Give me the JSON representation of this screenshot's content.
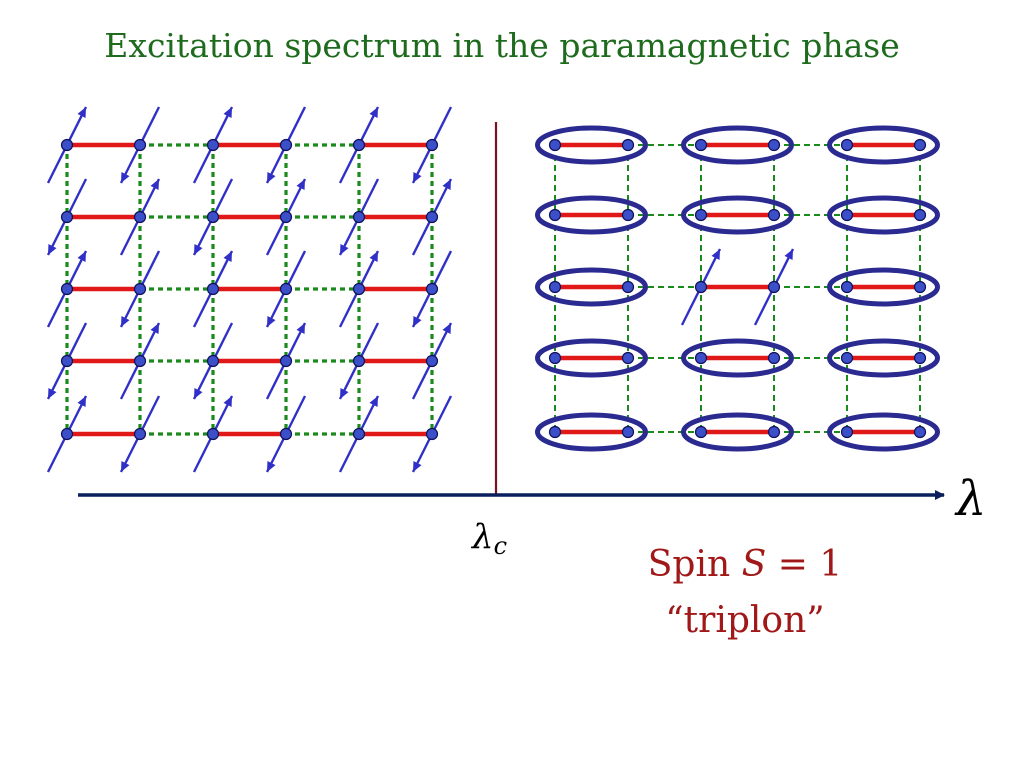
{
  "title": "Excitation spectrum in the paramagnetic phase",
  "axis": {
    "label": "λ",
    "critical_label_base": "λ",
    "critical_label_sub": "c"
  },
  "caption": {
    "spin_prefix": "Spin ",
    "spin_symbol": "S",
    "spin_suffix": " = 1",
    "name": "“triplon”"
  },
  "colors": {
    "title": "#1e6b1e",
    "strong_bond": "#e01818",
    "weak_bond": "#1a8a1a",
    "site": "#3a4fc8",
    "spin_arrow": "#3030c8",
    "dimer_ellipse": "#2a2a90",
    "axis": "#0a1f5c",
    "critical_line": "#7a1020",
    "caption": "#a01818"
  },
  "lattices": {
    "left": {
      "phase": "ordered",
      "columns": 6,
      "rows": 5,
      "spin_directions": [
        [
          "up",
          "down",
          "up",
          "down",
          "up",
          "down"
        ],
        [
          "down",
          "up",
          "down",
          "up",
          "down",
          "up"
        ],
        [
          "up",
          "down",
          "up",
          "down",
          "up",
          "down"
        ],
        [
          "down",
          "up",
          "down",
          "up",
          "down",
          "up"
        ],
        [
          "up",
          "down",
          "up",
          "down",
          "up",
          "down"
        ]
      ]
    },
    "right": {
      "phase": "paramagnetic",
      "dimer_columns": 3,
      "rows": 5,
      "excited_dimer": {
        "row": 2,
        "col": 1
      }
    }
  }
}
